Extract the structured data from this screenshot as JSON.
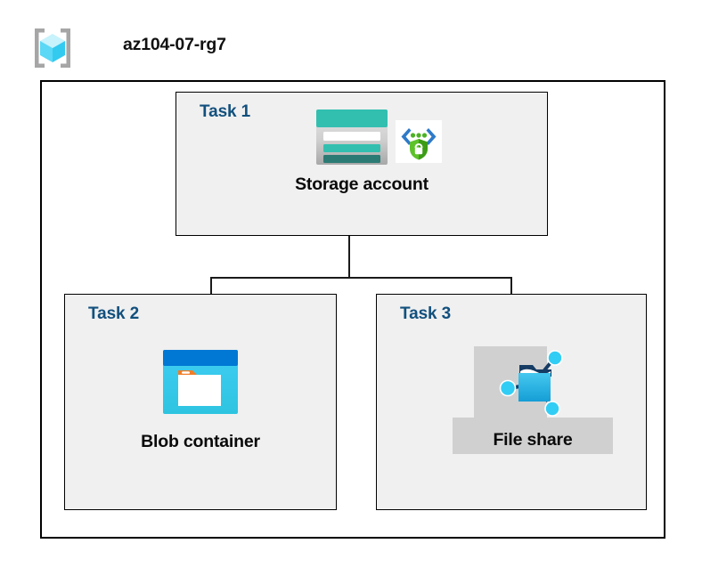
{
  "diagram": {
    "title": "az104-07-rg7",
    "resource_group": {
      "name": "az104-07-rg7",
      "icon": "azure-resource-group-icon"
    },
    "colors": {
      "task_label": "#12507e",
      "task_box_fill": "#f0f0f0",
      "box_border": "#000000",
      "canvas": "#ffffff",
      "selection_highlight": "#d0d0d0",
      "storage_teal": "#32bfb0",
      "storage_teal_dark": "#2b7b74",
      "blob_blue_dark": "#0078d4",
      "blob_cyan": "#32c8f0",
      "blob_orange": "#f07d28",
      "fileshare_cyan": "#32bde8",
      "fileshare_navy": "#163c64",
      "shield_green": "#4ab223",
      "bracket_blue": "#2e7ac8",
      "cube_cyan": "#9fe9fb"
    },
    "tasks": [
      {
        "id": "task-1",
        "label": "Task 1",
        "node": {
          "caption": "Storage account",
          "icons": [
            "storage-account-icon",
            "private-endpoint-icon"
          ],
          "selected": false
        }
      },
      {
        "id": "task-2",
        "label": "Task 2",
        "node": {
          "caption": "Blob container",
          "icons": [
            "blob-container-icon"
          ],
          "selected": false
        }
      },
      {
        "id": "task-3",
        "label": "Task 3",
        "node": {
          "caption": "File share",
          "icons": [
            "file-share-icon"
          ],
          "selected": true
        }
      }
    ],
    "connections": [
      {
        "from": "Storage account",
        "to": "Blob container"
      },
      {
        "from": "Storage account",
        "to": "File share"
      }
    ]
  }
}
